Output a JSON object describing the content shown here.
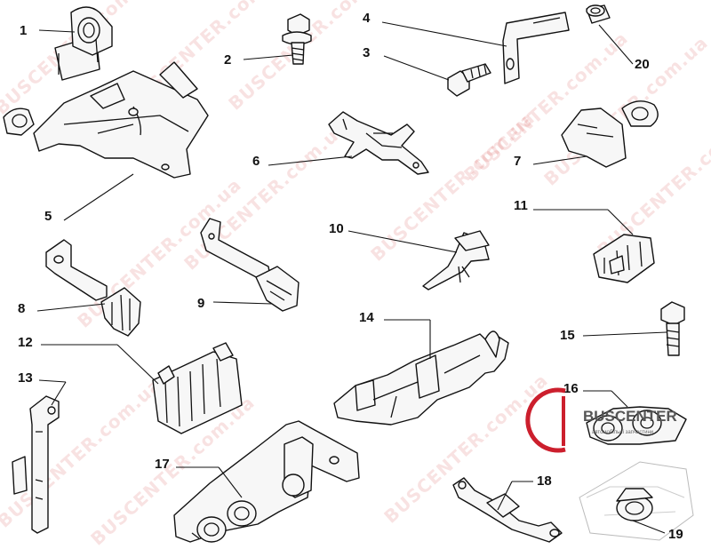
{
  "colors": {
    "line": "#111111",
    "watermark": "#d9534f",
    "logo_red": "#cc1f2d",
    "background": "#ffffff"
  },
  "watermarks": [
    "BUSCENTER.com.ua",
    "BUSCENTER.com.ua",
    "BUSCENTER.com.ua",
    "BUSCENTER.com.ua",
    "BUSCENTER.com.ua",
    "BUSCENTER.com.ua",
    "BUSCENTER.com.ua",
    "BUSCENTER.com.ua",
    "BUSCENTER.com.ua",
    "BUSCENTER.com.ua",
    "BUSCENTER.com.ua",
    "BUSCENTER.com.ua"
  ],
  "logo": {
    "name": "BUSCENTER",
    "tagline": "автомобільні запчастини"
  },
  "callouts": {
    "c1": "1",
    "c2": "2",
    "c3": "3",
    "c4": "4",
    "c5": "5",
    "c6": "6",
    "c7": "7",
    "c8": "8",
    "c9": "9",
    "c10": "10",
    "c11": "11",
    "c12": "12",
    "c13": "13",
    "c14": "14",
    "c15": "15",
    "c16": "16",
    "c17": "17",
    "c18": "18",
    "c19": "19",
    "c20": "20"
  }
}
